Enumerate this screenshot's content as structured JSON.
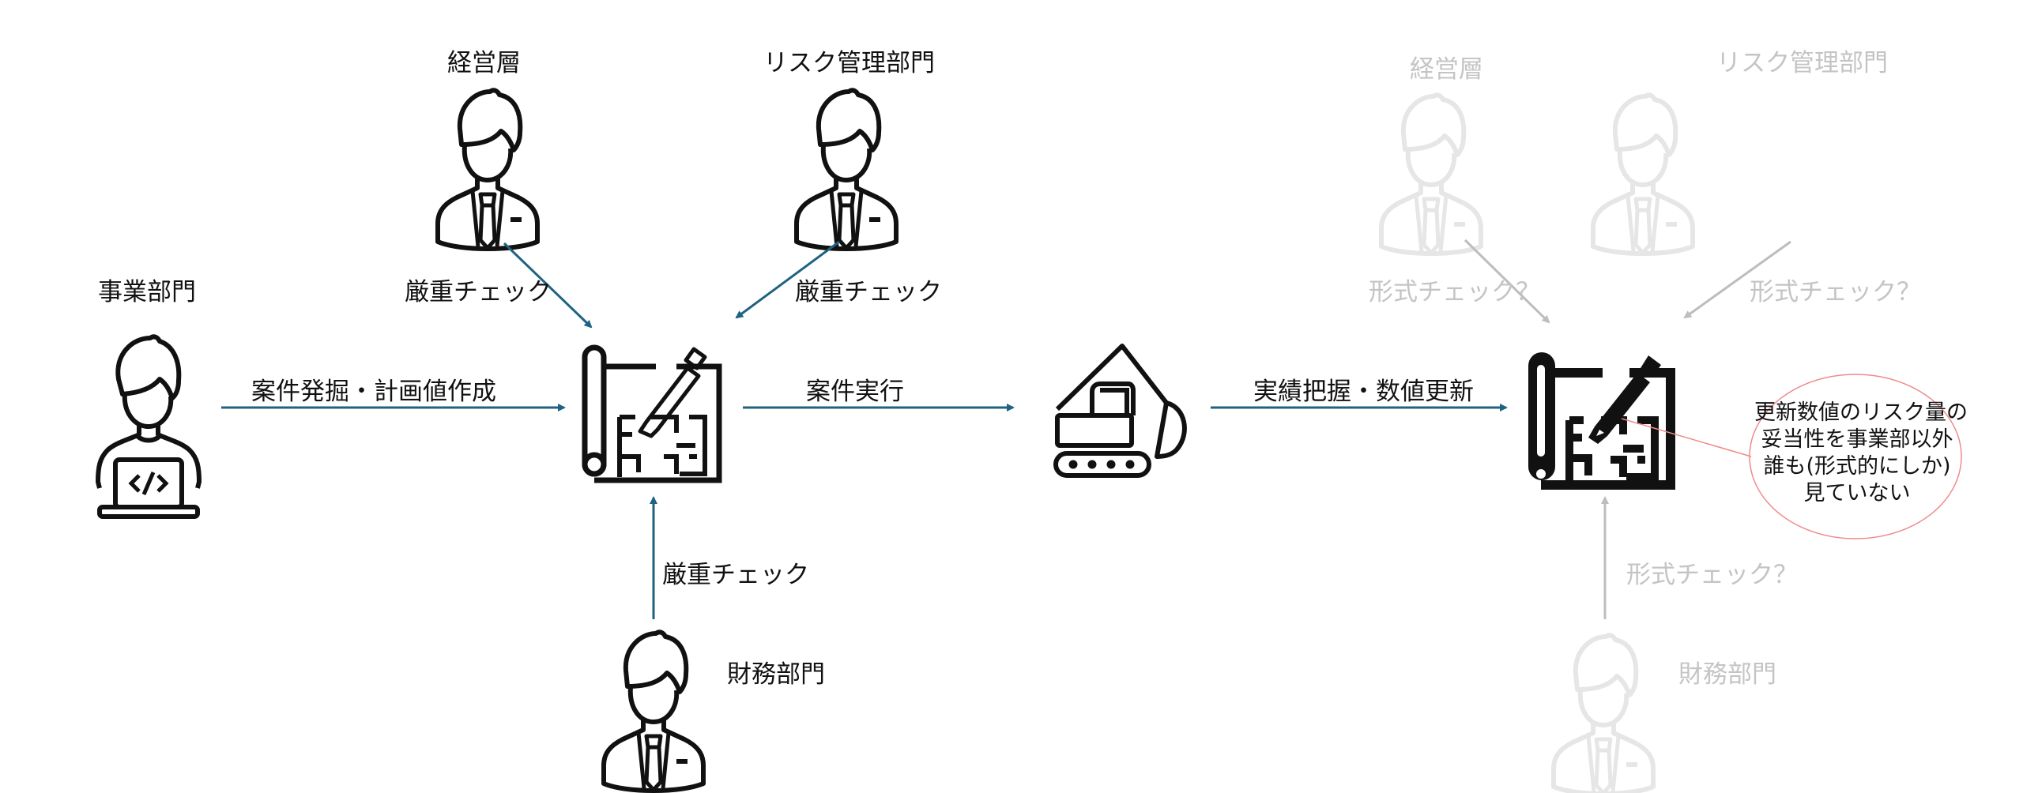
{
  "colors": {
    "arrow": "#1f6382",
    "arrow_faded": "#bdbdbd",
    "icon": "#111111",
    "icon_faded": "#e6e6e6",
    "callout_border": "#f08a8a"
  },
  "left_flow": {
    "actors": {
      "business": {
        "label": "事業部門",
        "icon": "developer-laptop-icon"
      },
      "management": {
        "label": "経営層",
        "icon": "businessman-icon"
      },
      "risk": {
        "label": "リスク管理部門",
        "icon": "businessman-icon"
      },
      "finance": {
        "label": "財務部門",
        "icon": "businessman-icon"
      }
    },
    "plan_icon": "blueprint-pencil-icon",
    "arrows": {
      "create_plan": "案件発掘・計画値作成",
      "check_management": "厳重チェック",
      "check_risk": "厳重チェック",
      "check_finance": "厳重チェック",
      "execute": "案件実行"
    }
  },
  "execution": {
    "icon": "excavator-icon",
    "arrow_update": "実績把握・数値更新"
  },
  "right_flow": {
    "actors": {
      "management": {
        "label": "経営層"
      },
      "risk": {
        "label": "リスク管理部門"
      },
      "finance": {
        "label": "財務部門"
      }
    },
    "plan_icon": "blueprint-pencil-filled-icon",
    "arrows": {
      "check_management": "形式チェック？",
      "check_risk": "形式チェック？",
      "check_finance": "形式チェック？"
    },
    "callout": {
      "lines": [
        "更新数値のリスク量の",
        "妥当性を事業部以外",
        "誰も(形式的にしか)",
        "見ていない"
      ]
    }
  }
}
